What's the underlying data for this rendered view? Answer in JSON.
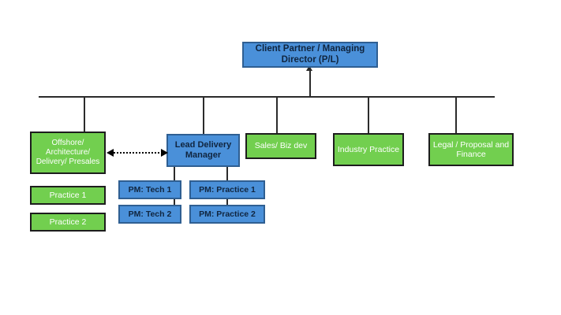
{
  "diagram": {
    "title_node": {
      "label": "Client Partner / Managing Director (P/L)",
      "color": "#4a90d9"
    },
    "colors": {
      "blue_fill": "#4a90d9",
      "blue_border": "#2f5f92",
      "blue_text": "#10253f",
      "green_fill": "#72cf4f",
      "green_border": "#1d1d1d",
      "green_text": "#ffffff",
      "line": "#2b2b2b",
      "background": "#ffffff"
    },
    "bus_line": {
      "label": "horizontal-connector-bus"
    },
    "branches": [
      {
        "label": "Offshore/ Architecture/ Delivery/ Presales",
        "color": "green"
      },
      {
        "label": "Lead Delivery Manager",
        "color": "blue"
      },
      {
        "label": "Sales/ Biz dev",
        "color": "green"
      },
      {
        "label": "Industry Practice",
        "color": "green"
      },
      {
        "label": "Legal / Proposal and Finance",
        "color": "green"
      }
    ],
    "practices": [
      {
        "label": "Practice 1",
        "color": "green"
      },
      {
        "label": "Practice 2",
        "color": "green"
      }
    ],
    "project_managers": [
      {
        "label": "PM: Tech 1",
        "color": "blue"
      },
      {
        "label": "PM: Practice 1",
        "color": "blue"
      },
      {
        "label": "PM: Tech 2",
        "color": "blue"
      },
      {
        "label": "PM: Practice 2",
        "color": "blue"
      }
    ],
    "relations": {
      "offshore_to_lead": "bidirectional-dotted-link"
    }
  }
}
